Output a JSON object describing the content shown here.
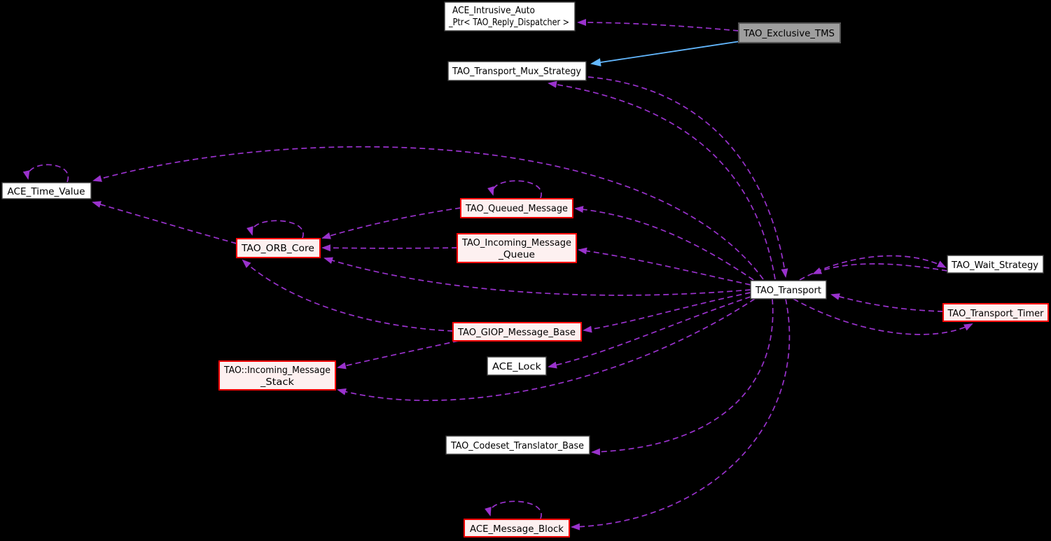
{
  "diagram": {
    "kind": "doxygen-collaboration-graph",
    "background": "#000000",
    "colors": {
      "usage_edge": "#9a32cd",
      "inheritance_edge": "#63b8ff",
      "node_fill": "#ffffff",
      "node_border": "#3c3c3c",
      "truncated_node_fill": "#fdf0f0",
      "truncated_node_border": "#ff0000",
      "current_node_fill": "#9e9e9e",
      "current_node_border": "#545454",
      "text": "#000000"
    },
    "nodes": [
      {
        "id": "ace_intrusive_auto_ptr",
        "type": "class",
        "lines": [
          "ACE_Intrusive_Auto",
          "_Ptr< TAO_Reply_Dispatcher >"
        ]
      },
      {
        "id": "tao_exclusive_tms",
        "type": "current",
        "lines": [
          "TAO_Exclusive_TMS"
        ]
      },
      {
        "id": "tao_transport_mux_strategy",
        "type": "class",
        "lines": [
          "TAO_Transport_Mux_Strategy"
        ]
      },
      {
        "id": "ace_time_value",
        "type": "class",
        "lines": [
          "ACE_Time_Value"
        ]
      },
      {
        "id": "tao_queued_message",
        "type": "truncated",
        "lines": [
          "TAO_Queued_Message"
        ]
      },
      {
        "id": "tao_incoming_message_queue",
        "type": "truncated",
        "lines": [
          "TAO_Incoming_Message",
          "_Queue"
        ]
      },
      {
        "id": "tao_orb_core",
        "type": "truncated",
        "lines": [
          "TAO_ORB_Core"
        ]
      },
      {
        "id": "tao_wait_strategy",
        "type": "class",
        "lines": [
          "TAO_Wait_Strategy"
        ]
      },
      {
        "id": "tao_transport",
        "type": "class",
        "lines": [
          "TAO_Transport"
        ]
      },
      {
        "id": "tao_transport_timer",
        "type": "truncated",
        "lines": [
          "TAO_Transport_Timer"
        ]
      },
      {
        "id": "tao_giop_message_base",
        "type": "truncated",
        "lines": [
          "TAO_GIOP_Message_Base"
        ]
      },
      {
        "id": "ace_lock",
        "type": "class",
        "lines": [
          "ACE_Lock"
        ]
      },
      {
        "id": "tao_incoming_message_stack",
        "type": "truncated",
        "lines": [
          "TAO::Incoming_Message",
          "_Stack"
        ]
      },
      {
        "id": "tao_codeset_translator_base",
        "type": "class",
        "lines": [
          "TAO_Codeset_Translator_Base"
        ]
      },
      {
        "id": "ace_message_block",
        "type": "truncated",
        "lines": [
          "ACE_Message_Block"
        ]
      }
    ],
    "edges": [
      {
        "from": "TAO_Exclusive_TMS",
        "to": "ACE_Intrusive_Auto_Ptr< TAO_Reply_Dispatcher >",
        "type": "usage"
      },
      {
        "from": "TAO_Exclusive_TMS",
        "to": "TAO_Transport_Mux_Strategy",
        "type": "inheritance"
      },
      {
        "from": "TAO_Transport_Mux_Strategy",
        "to": "TAO_Transport",
        "type": "usage"
      },
      {
        "from": "TAO_Transport",
        "to": "TAO_Transport_Mux_Strategy",
        "type": "usage"
      },
      {
        "from": "TAO_Transport",
        "to": "ACE_Time_Value",
        "type": "usage"
      },
      {
        "from": "ACE_Time_Value",
        "to": "ACE_Time_Value",
        "type": "usage-self"
      },
      {
        "from": "TAO_ORB_Core",
        "to": "ACE_Time_Value",
        "type": "usage"
      },
      {
        "from": "TAO_ORB_Core",
        "to": "TAO_ORB_Core",
        "type": "usage-self"
      },
      {
        "from": "TAO_Queued_Message",
        "to": "TAO_Queued_Message",
        "type": "usage-self"
      },
      {
        "from": "TAO_Queued_Message",
        "to": "TAO_ORB_Core",
        "type": "usage"
      },
      {
        "from": "TAO_Incoming_Message_Queue",
        "to": "TAO_ORB_Core",
        "type": "usage"
      },
      {
        "from": "TAO_Transport",
        "to": "TAO_ORB_Core",
        "type": "usage"
      },
      {
        "from": "TAO_GIOP_Message_Base",
        "to": "TAO_ORB_Core",
        "type": "usage"
      },
      {
        "from": "TAO_Transport",
        "to": "TAO_Queued_Message",
        "type": "usage"
      },
      {
        "from": "TAO_Transport",
        "to": "TAO_Incoming_Message_Queue",
        "type": "usage"
      },
      {
        "from": "TAO_Transport",
        "to": "TAO_GIOP_Message_Base",
        "type": "usage"
      },
      {
        "from": "TAO_Transport",
        "to": "ACE_Lock",
        "type": "usage"
      },
      {
        "from": "TAO_GIOP_Message_Base",
        "to": "TAO::Incoming_Message_Stack",
        "type": "usage"
      },
      {
        "from": "TAO_Transport",
        "to": "TAO::Incoming_Message_Stack",
        "type": "usage"
      },
      {
        "from": "TAO_Transport",
        "to": "TAO_Codeset_Translator_Base",
        "type": "usage"
      },
      {
        "from": "TAO_Transport",
        "to": "ACE_Message_Block",
        "type": "usage"
      },
      {
        "from": "ACE_Message_Block",
        "to": "ACE_Message_Block",
        "type": "usage-self"
      },
      {
        "from": "TAO_Transport",
        "to": "TAO_Wait_Strategy",
        "type": "usage"
      },
      {
        "from": "TAO_Wait_Strategy",
        "to": "TAO_Transport",
        "type": "usage"
      },
      {
        "from": "TAO_Transport",
        "to": "TAO_Transport_Timer",
        "type": "usage"
      },
      {
        "from": "TAO_Transport_Timer",
        "to": "TAO_Transport",
        "type": "usage"
      }
    ]
  }
}
